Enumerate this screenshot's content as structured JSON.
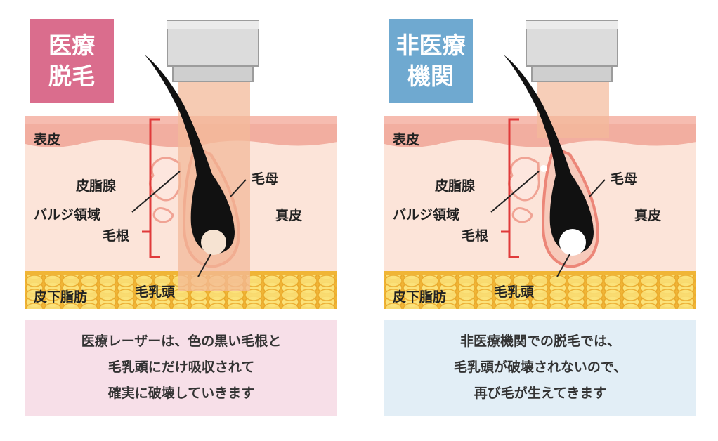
{
  "medical": {
    "badge_line1": "医療",
    "badge_line2": "脱毛",
    "caption": "医療レーザーは、色の黒い毛根と\n毛乳頭にだけ吸収されて\n確実に破壊していきます"
  },
  "nonmedical": {
    "badge_line1": "非医療",
    "badge_line2": "機関",
    "caption": "非医療機関での脱毛では、\n毛乳頭が破壊されないので、\n再び毛が生えてきます"
  },
  "labels": {
    "epidermis": "表皮",
    "sebaceous_gland": "皮脂腺",
    "bulge_region": "バルジ領域",
    "hair_root": "毛根",
    "hair_matrix": "毛母",
    "dermis": "真皮",
    "dermal_papilla": "毛乳頭",
    "subcutaneous_fat": "皮下脂肪"
  },
  "colors": {
    "medical_badge": "#da6d8d",
    "nonmedical_badge": "#6fa9d0",
    "medical_caption_bg": "#f7dfe8",
    "nonmedical_caption_bg": "#e2eef6",
    "epidermis": "#f2aea0",
    "dermis": "#fce4d9",
    "fat": "#f7c94a",
    "laser_beam": "#f3b99a",
    "bracket": "#e03a3a"
  }
}
